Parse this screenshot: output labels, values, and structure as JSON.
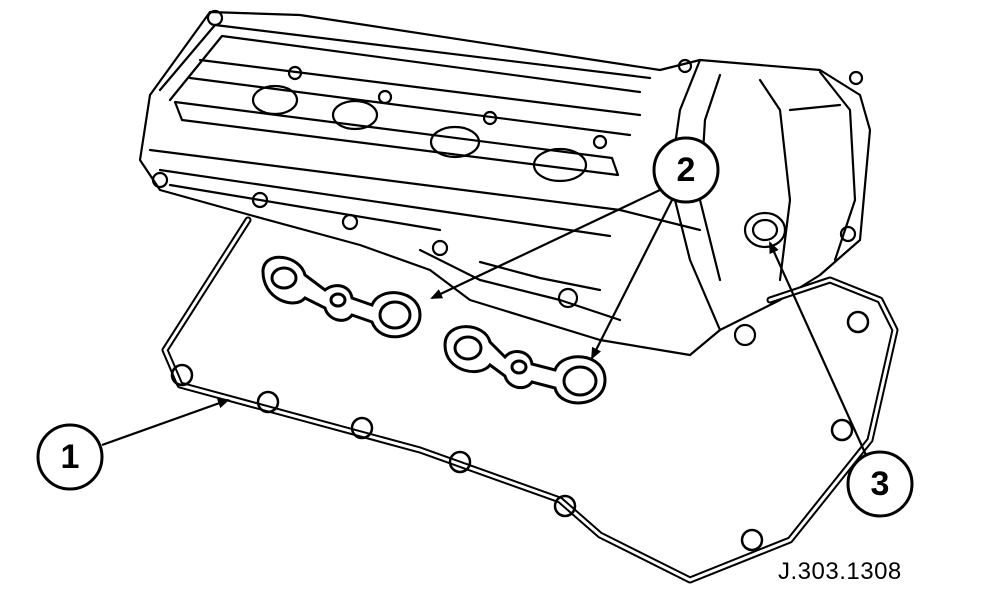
{
  "figure": {
    "reference_code": "J.303.1308",
    "callouts": [
      {
        "id": "1",
        "label": "1"
      },
      {
        "id": "2",
        "label": "2"
      },
      {
        "id": "3",
        "label": "3"
      }
    ]
  }
}
